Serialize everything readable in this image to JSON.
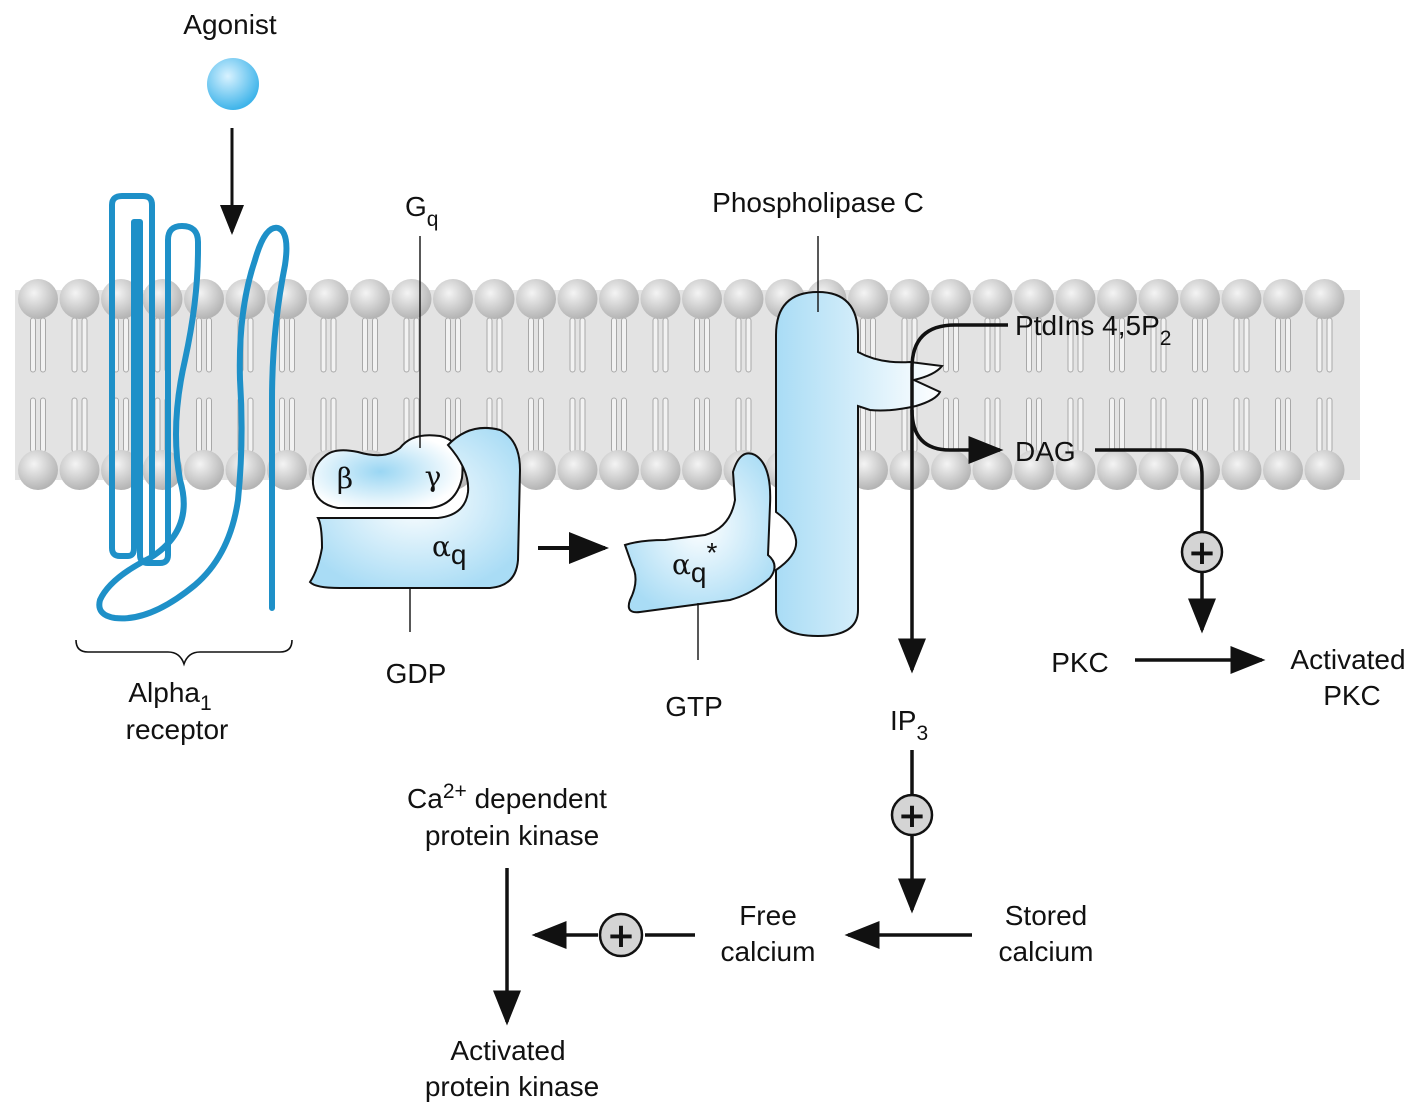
{
  "labels": {
    "agonist": "Agonist",
    "gq": "G",
    "gq_sub": "q",
    "phospholipase_c": "Phospholipase C",
    "ptdins_main": "PtdIns 4,5P",
    "ptdins_sub": "2",
    "dag": "DAG",
    "beta": "β",
    "gamma": "γ",
    "alpha_q": "α",
    "alpha_q_sub": "q",
    "alpha_q_star": "α",
    "alpha_q_star_sub": "q",
    "alpha_q_star_sup": "*",
    "gdp": "GDP",
    "gtp": "GTP",
    "alpha1_main": "Alpha",
    "alpha1_sub": "1",
    "receptor": "receptor",
    "ip3_main": "IP",
    "ip3_sub": "3",
    "pkc": "PKC",
    "activated_pkc_1": "Activated",
    "activated_pkc_2": "PKC",
    "ca_main": "Ca",
    "ca_sup": "2+",
    "ca_rest": " dependent",
    "protein_kinase": "protein kinase",
    "free_1": "Free",
    "free_2": "calcium",
    "stored_1": "Stored",
    "stored_2": "calcium",
    "activated_pk_1": "Activated",
    "activated_pk_2": "protein kinase",
    "plus": "+"
  },
  "colors": {
    "receptor": "#1e90c8",
    "protein_fill": "#a9dcf5",
    "ligand": "#6cc8f0",
    "membrane_head": "#d0d0d0",
    "membrane_band": "#e0e0e0",
    "plus_fill": "#d4d4d4"
  }
}
